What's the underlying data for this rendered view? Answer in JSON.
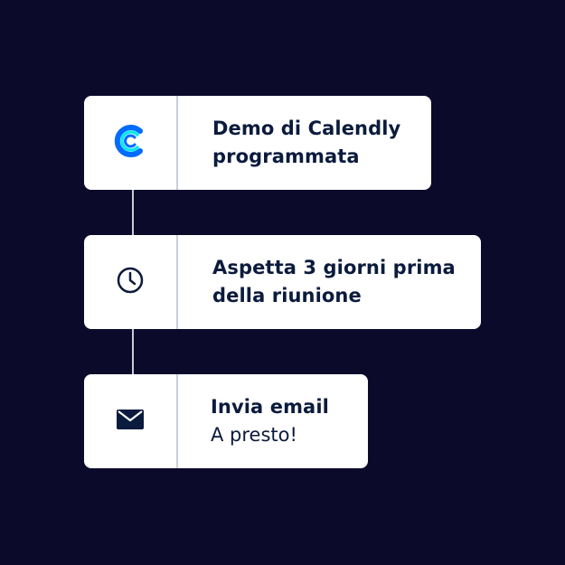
{
  "steps": [
    {
      "icon": "calendly-logo-icon",
      "lines": [
        "Demo di Calendly",
        "programmata"
      ]
    },
    {
      "icon": "clock-icon",
      "lines": [
        "Aspetta 3 giorni prima",
        "della riunione"
      ]
    },
    {
      "icon": "envelope-icon",
      "title": "Invia email",
      "subtitle": "A presto!"
    }
  ],
  "colors": {
    "background": "#0b0a2b",
    "card": "#ffffff",
    "text": "#0b1b3d",
    "brand_blue": "#006bff",
    "brand_light_blue": "#0ae8f0"
  }
}
